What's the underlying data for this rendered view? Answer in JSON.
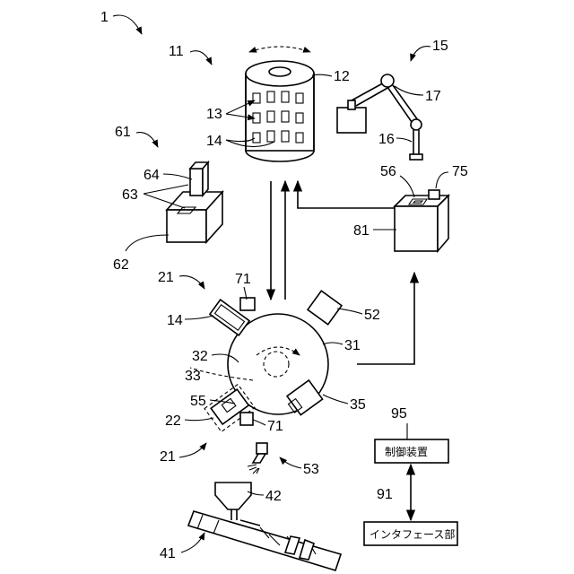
{
  "labels": {
    "n1": "1",
    "n11": "11",
    "n12": "12",
    "n13": "13",
    "n14_top": "14",
    "n15": "15",
    "n16": "16",
    "n17": "17",
    "n61": "61",
    "n64": "64",
    "n63": "63",
    "n62": "62",
    "n56": "56",
    "n75": "75",
    "n81": "81",
    "n21_top": "21",
    "n71_top": "71",
    "n14_mid": "14",
    "n52": "52",
    "n32": "32",
    "n31": "31",
    "n33": "33",
    "n55": "55",
    "n35": "35",
    "n22": "22",
    "n71_bot": "71",
    "n21_bot": "21",
    "n53": "53",
    "n42": "42",
    "n41": "41",
    "n95": "95",
    "n91": "91"
  },
  "boxes": {
    "controller": "制御装置",
    "interface": "インタフェース部"
  }
}
